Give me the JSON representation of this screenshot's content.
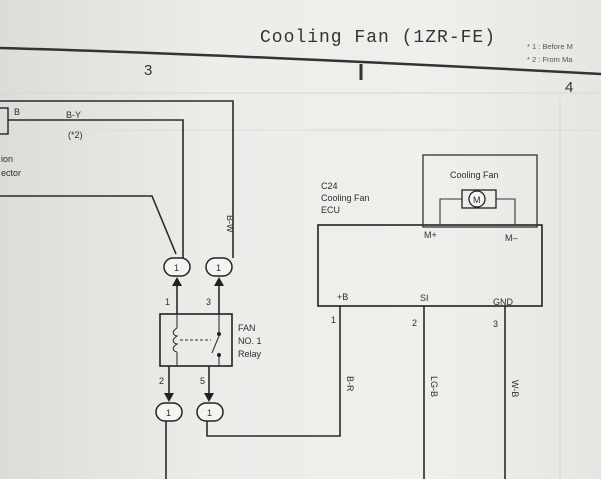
{
  "title": "Cooling Fan (1ZR-FE)",
  "notes": [
    "* 1 : Before M",
    "* 2 : From Ma"
  ],
  "columns": [
    "3",
    "4"
  ],
  "left_connector": {
    "pin": "B",
    "label_line1": "ion",
    "label_line2": "ector"
  },
  "wire_labels": {
    "b_y": "B-Y",
    "b_y_note": "(*2)",
    "b_w": "B-W",
    "b_r": "B-R",
    "lg_b": "LG-B",
    "w_b": "W-B"
  },
  "connectors": {
    "junction": "1"
  },
  "relay": {
    "line1": "FAN",
    "line2": "NO. 1",
    "line3": "Relay",
    "pins": {
      "p1": "1",
      "p2": "2",
      "p3": "3",
      "p5": "5"
    }
  },
  "ecu": {
    "code": "C24",
    "line1": "Cooling Fan",
    "line2": "ECU",
    "terminals": {
      "m_plus": "M+",
      "m_minus": "M–",
      "plus_b": "+B",
      "si": "SI",
      "gnd": "GND"
    },
    "pins": {
      "p1": "1",
      "p2": "2",
      "p3": "3"
    }
  },
  "motor": {
    "label": "Cooling Fan",
    "symbol": "M"
  }
}
